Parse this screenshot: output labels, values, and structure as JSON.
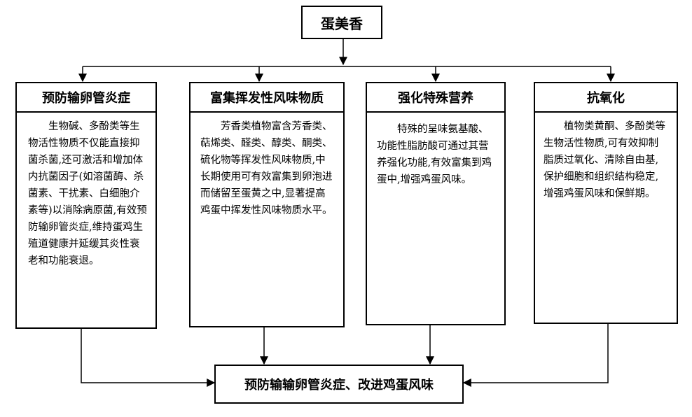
{
  "root": {
    "title": "蛋美香"
  },
  "branches": [
    {
      "title": "预防输卵管炎症",
      "text": "生物碱、多酚类等生物活性物质不仅能直接抑菌杀菌,还可激活和增加体内抗菌因子(如溶菌酶、杀菌素、干扰素、白细胞介素等)以消除病原菌,有效预防输卵管炎症,维持蛋鸡生殖道健康并延缓其炎性衰老和功能衰退。"
    },
    {
      "title": "富集挥发性风味物质",
      "text": "芳香类植物富含芳香类、萜烯类、醛类、醇类、酮类、硫化物等挥发性风味物质,中长期使用可有效富集到卵泡进而储留至蛋黄之中,显著提高鸡蛋中挥发性风味物质水平。"
    },
    {
      "title": "强化特殊营养",
      "text": "特殊的呈味氨基酸、功能性脂肪酸可通过其营养强化功能,有效富集到鸡蛋中,增强鸡蛋风味。"
    },
    {
      "title": "抗氧化",
      "text": "植物类黄酮、多酚类等生物活性物质,可有效抑制脂质过氧化、清除自由基,保护细胞和组织结构稳定,增强鸡蛋风味和保鲜期。"
    }
  ],
  "outcome": {
    "title": "预防输输卵管炎症、改进鸡蛋风味"
  }
}
